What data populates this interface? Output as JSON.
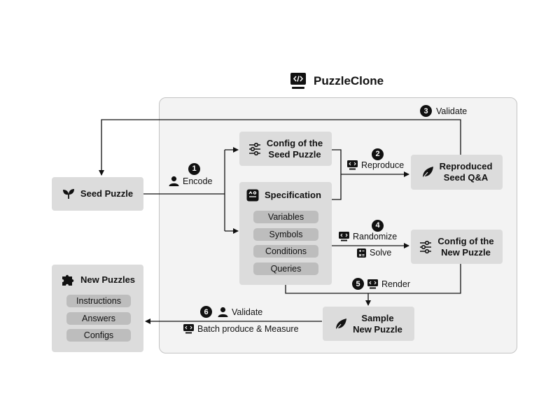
{
  "title": "PuzzleClone",
  "nodes": {
    "seed_puzzle": "Seed Puzzle",
    "config_seed_line1": "Config of the",
    "config_seed_line2": "Seed Puzzle",
    "specification": "Specification",
    "reproduced_line1": "Reproduced",
    "reproduced_line2": "Seed Q&A",
    "config_new_line1": "Config of the",
    "config_new_line2": "New Puzzle",
    "sample_line1": "Sample",
    "sample_line2": "New Puzzle",
    "new_puzzles": "New Puzzles"
  },
  "spec_items": [
    "Variables",
    "Symbols",
    "Conditions",
    "Queries"
  ],
  "output_items": [
    "Instructions",
    "Answers",
    "Configs"
  ],
  "steps": {
    "encode": {
      "num": "1",
      "label": "Encode"
    },
    "reproduce": {
      "num": "2",
      "label": "Reproduce"
    },
    "validate_top": {
      "num": "3",
      "label": "Validate"
    },
    "randomize": {
      "num": "4",
      "label": "Randomize"
    },
    "solve": {
      "label": "Solve"
    },
    "render": {
      "num": "5",
      "label": "Render"
    },
    "validate_bottom": {
      "num": "6",
      "label": "Validate"
    },
    "batch": {
      "label": "Batch produce & Measure"
    }
  },
  "icons": {
    "title": "code-monitor-icon",
    "seed": "sprout-icon",
    "config": "sliders-icon",
    "spec": "spec-card-icon",
    "reproduced": "leaf-icon",
    "sample": "leaf-icon",
    "new_puzzles": "puzzle-piece-icon",
    "encode": "user-icon",
    "validate_bottom": "user-icon",
    "reproduce": "code-icon",
    "randomize": "code-icon",
    "render": "code-icon",
    "batch": "code-monitor-icon",
    "solve": "calculator-icon"
  }
}
